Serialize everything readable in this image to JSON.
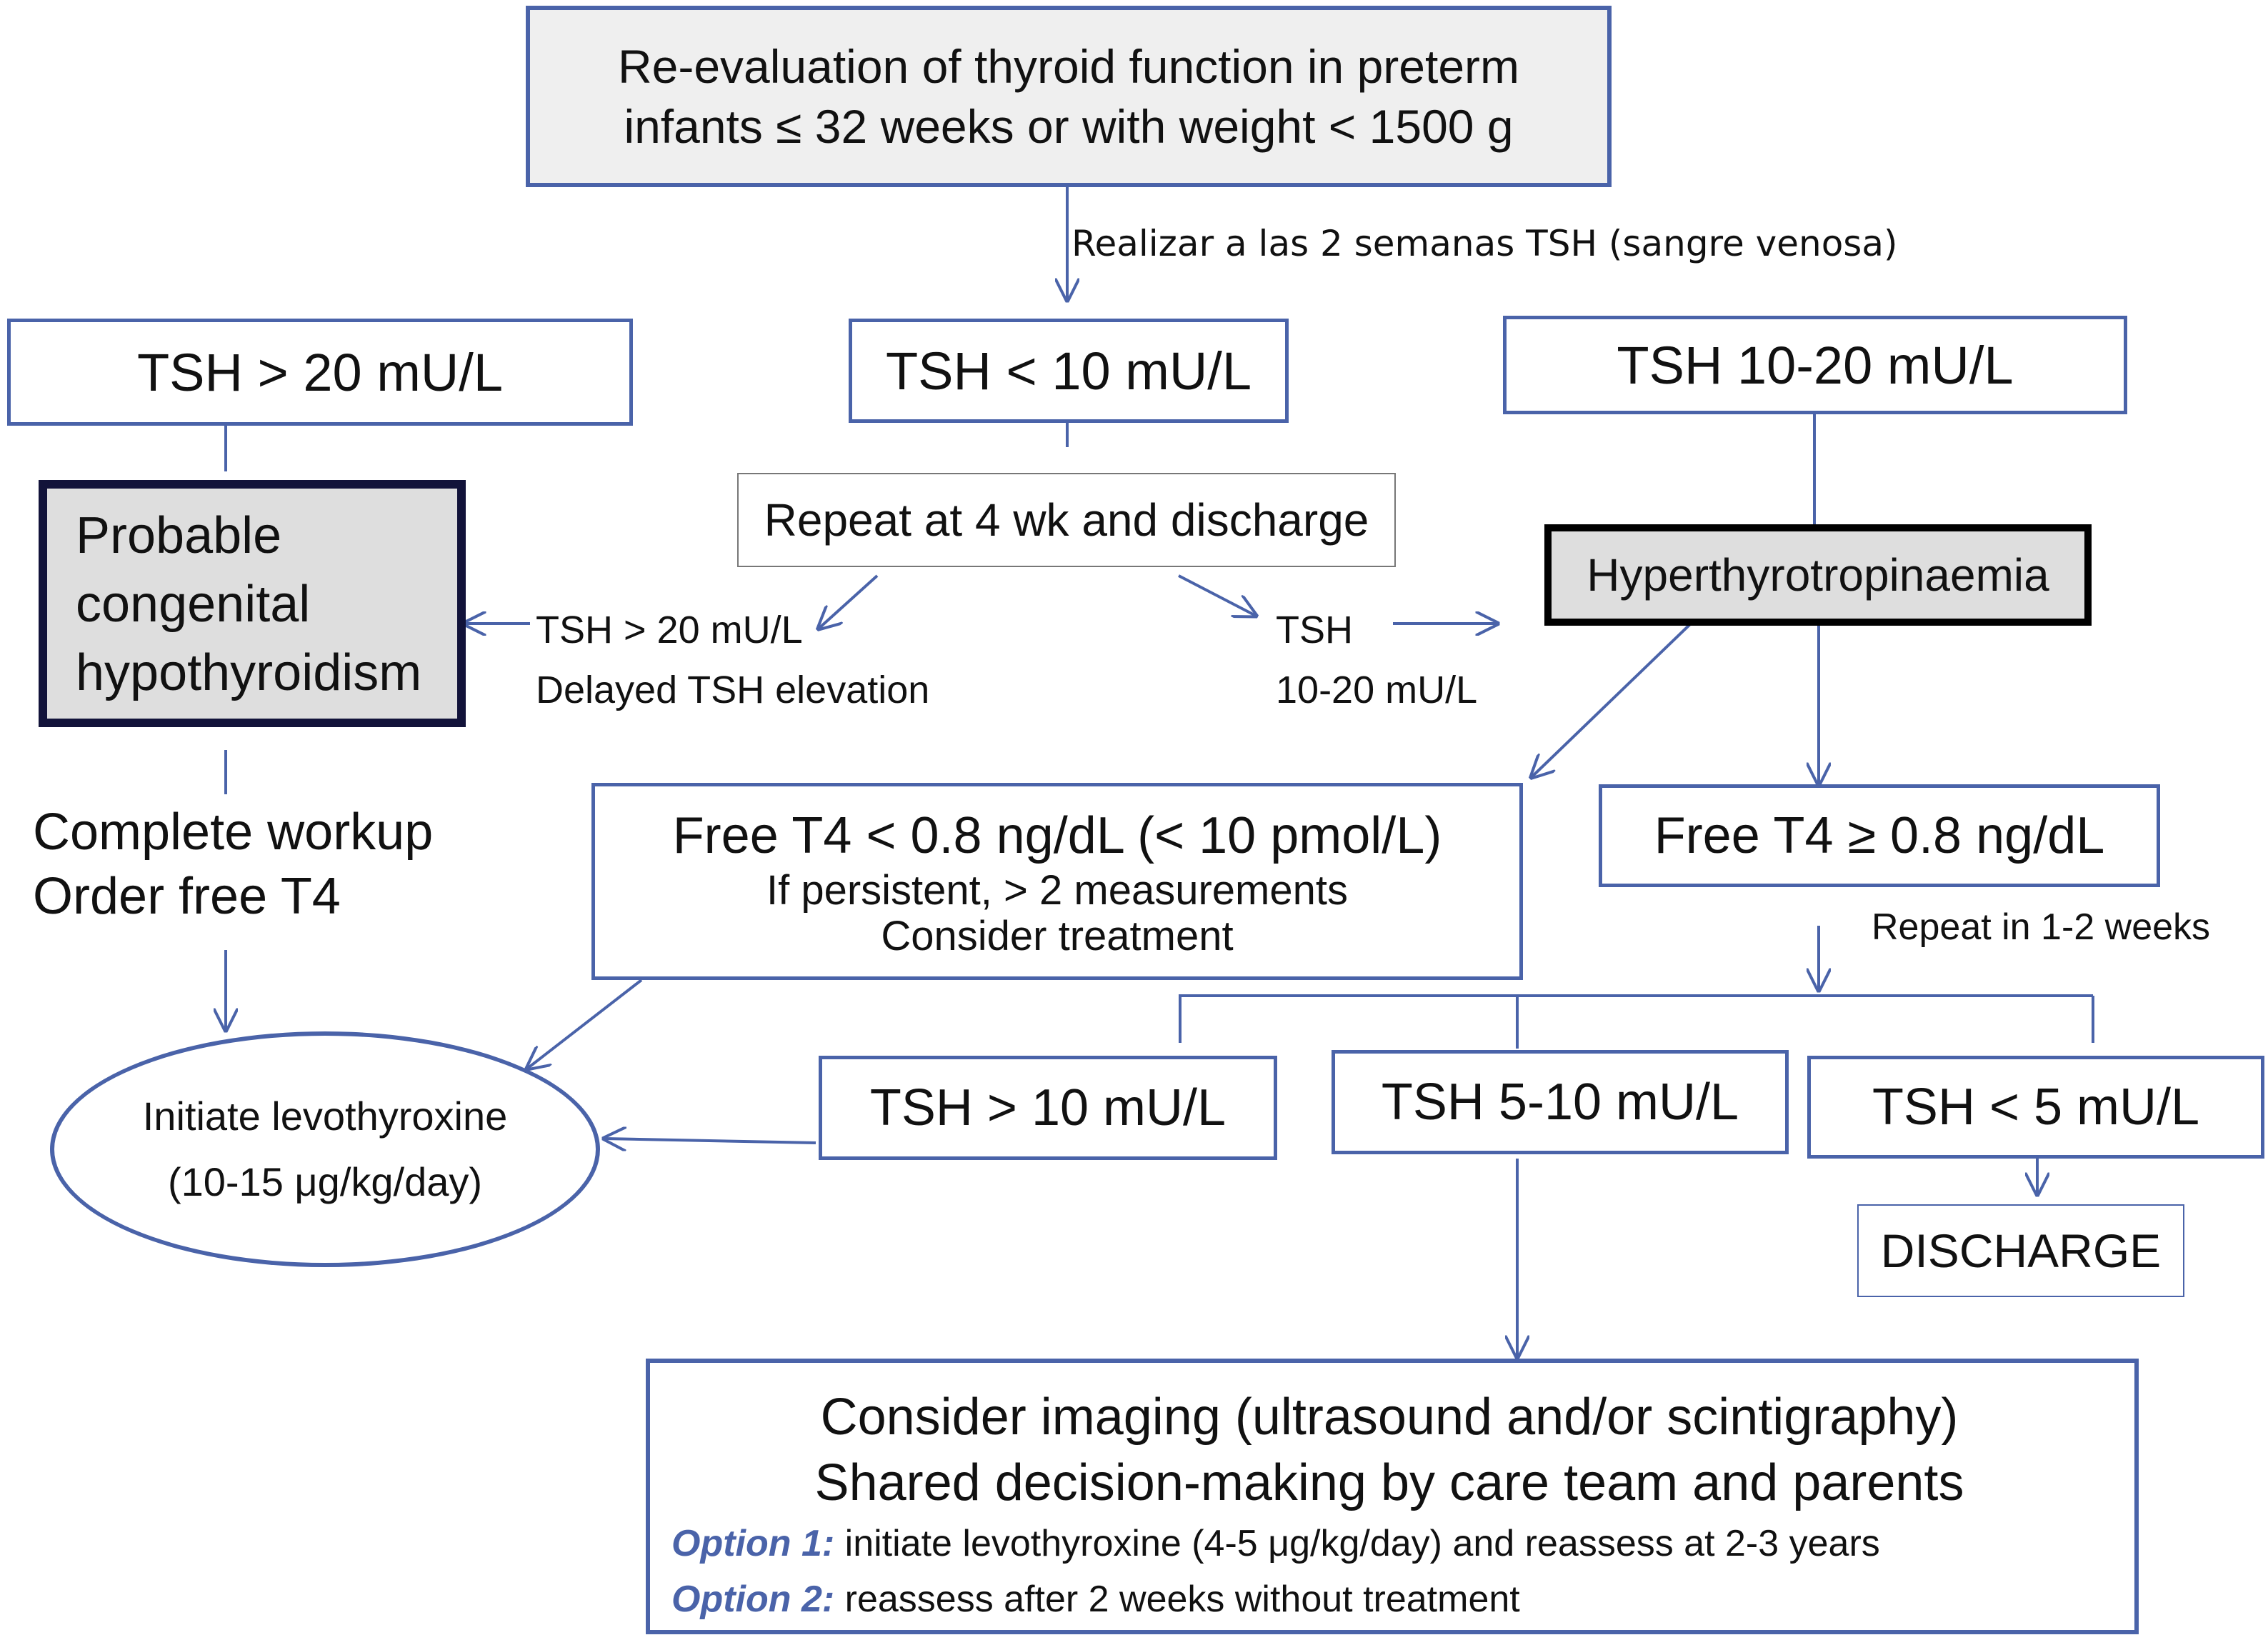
{
  "top_box": {
    "line1": "Re-evaluation of thyroid function in preterm",
    "line2": "infants ≤ 32 weeks or with weight < 1500 g"
  },
  "top_arrow_label": "Realizar  a las 2 semanas TSH  (sangre venosa)",
  "tsh_gt20": "TSH > 20 mU/L",
  "tsh_lt10": "TSH < 10 mU/L",
  "tsh_10_20": "TSH 10-20 mU/L",
  "probable": {
    "line1": "Probable",
    "line2": "congenital",
    "line3": "hypothyroidism"
  },
  "repeat_4wk": "Repeat at 4 wk and discharge",
  "hyperthyro": "Hyperthyrotropinaemia",
  "delayed": {
    "line1": "TSH > 20 mU/L",
    "line2": "Delayed TSH elevation"
  },
  "tsh_mid_label": {
    "line1": "TSH",
    "line2": "10-20 mU/L"
  },
  "workup": {
    "line1": "Complete workup",
    "line2": "Order free T4"
  },
  "free_t4_low": {
    "line1": "Free T4 < 0.8 ng/dL (< 10 pmol/L)",
    "line2": "If persistent, > 2 measurements",
    "line3": "Consider treatment"
  },
  "free_t4_ok": "Free T4 ≥ 0.8 ng/dL",
  "repeat_1_2": "Repeat in 1-2 weeks",
  "initiate": {
    "line1": "Initiate levothyroxine",
    "line2": "(10-15 μg/kg/day)"
  },
  "tsh_gt10": "TSH > 10 mU/L",
  "tsh_5_10": "TSH  5-10 mU/L",
  "tsh_lt5": "TSH < 5 mU/L",
  "discharge": "DISCHARGE",
  "bottom": {
    "line1": "Consider imaging (ultrasound and/or scintigraphy)",
    "line2": "Shared decision-making by care team and parents",
    "opt1_label": "Option 1:",
    "opt1_text": " initiate levothyroxine (4-5 μg/kg/day) and reassess at 2-3 years",
    "opt2_label": "Option 2:",
    "opt2_text": " reassess after 2 weeks without treatment"
  },
  "colors": {
    "line": "#4a63a9",
    "box_border": "#4a63a9",
    "probable_border": "#12133a",
    "shaded_fill": "#dedede",
    "option_label": "#4a63a9"
  }
}
